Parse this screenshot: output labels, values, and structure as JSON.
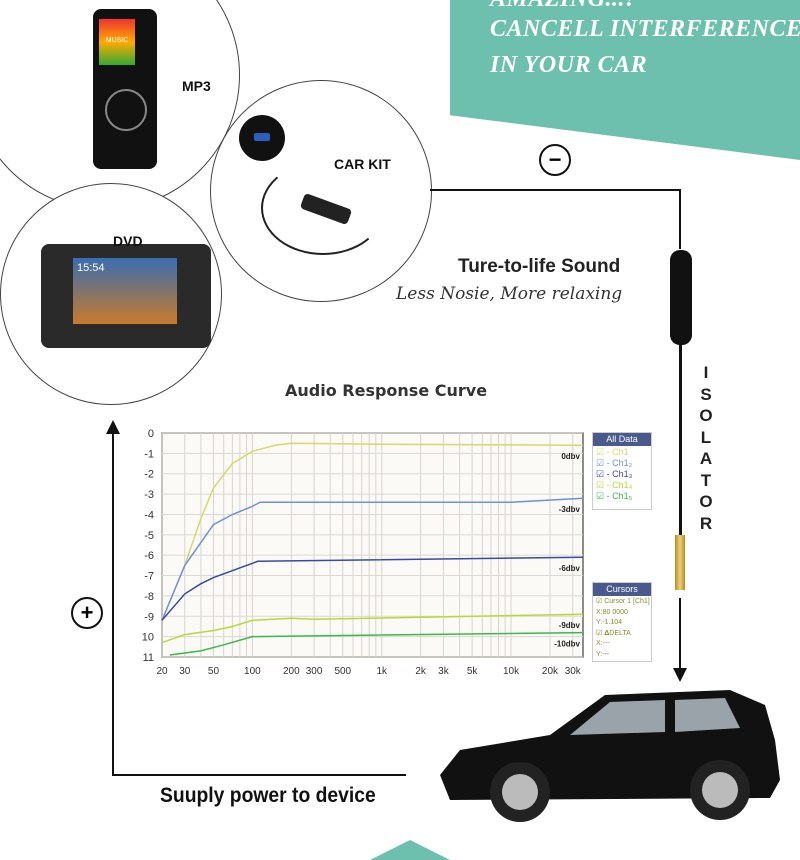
{
  "banner": {
    "line0": "AMAZING...!",
    "line1": "CANCELL INTERFERENCE",
    "line2": "IN YOUR CAR"
  },
  "devices": {
    "mp3": "MP3",
    "car_kit": "CAR KIT",
    "dvd": "DVD",
    "mp3_screen": "MUSIC",
    "dvd_clock": "15:54"
  },
  "tagline": {
    "title": "Ture-to-life Sound",
    "subtitle": "Less Nosie, More relaxing"
  },
  "isolator_label": [
    "I",
    "S",
    "O",
    "L",
    "A",
    "T",
    "O",
    "R"
  ],
  "signs": {
    "minus": "−",
    "plus": "+"
  },
  "supply_label": "Suuply power to device",
  "colors": {
    "teal": "#6dbfae",
    "ch1": "#d6d96a",
    "ch2": "#6f8fd6",
    "ch3": "#3a48a8",
    "ch4": "#b8d83a",
    "ch5": "#3db84a",
    "panel_header": "#4a5a8c"
  },
  "legend": {
    "header": "All Data",
    "items": [
      "- Ch1",
      "- Ch1₂",
      "- Ch1₃",
      "- Ch1₄",
      "- Ch1₅"
    ]
  },
  "cursors": {
    "header": "Cursors",
    "lines": [
      "Cursor 1 [Ch1]",
      "X:80 0000",
      "Y:-1.104",
      "DELTA",
      "X:---",
      "Y:---"
    ]
  },
  "chart_data": {
    "type": "line",
    "title": "Audio Response Curve",
    "xscale": "log",
    "xlim": [
      20,
      36000
    ],
    "ylim": [
      -11,
      0
    ],
    "grid": true,
    "x_ticks": [
      {
        "v": 20,
        "l": "20"
      },
      {
        "v": 30,
        "l": "30"
      },
      {
        "v": 50,
        "l": "50"
      },
      {
        "v": 100,
        "l": "100"
      },
      {
        "v": 200,
        "l": "200"
      },
      {
        "v": 300,
        "l": "300"
      },
      {
        "v": 500,
        "l": "500"
      },
      {
        "v": 1000,
        "l": "1k"
      },
      {
        "v": 2000,
        "l": "2k"
      },
      {
        "v": 3000,
        "l": "3k"
      },
      {
        "v": 5000,
        "l": "5k"
      },
      {
        "v": 10000,
        "l": "10k"
      },
      {
        "v": 20000,
        "l": "20k"
      },
      {
        "v": 30000,
        "l": "30k"
      }
    ],
    "y_ticks": [
      {
        "v": 0,
        "l": "0"
      },
      {
        "v": -1,
        "l": "-1"
      },
      {
        "v": -2,
        "l": "-2"
      },
      {
        "v": -3,
        "l": "-3"
      },
      {
        "v": -4,
        "l": "-4"
      },
      {
        "v": -5,
        "l": "-5"
      },
      {
        "v": -6,
        "l": "-6"
      },
      {
        "v": -7,
        "l": "-7"
      },
      {
        "v": -8,
        "l": "-8"
      },
      {
        "v": -9,
        "l": "-9"
      },
      {
        "v": -10,
        "l": "10"
      },
      {
        "v": -11,
        "l": "11"
      }
    ],
    "series": [
      {
        "name": "Ch1",
        "label": "0dbv",
        "color": "#d6d96a",
        "x": [
          30,
          40,
          50,
          70,
          100,
          150,
          200,
          1000,
          36000
        ],
        "y": [
          -6.5,
          -4.2,
          -2.7,
          -1.5,
          -0.9,
          -0.6,
          -0.5,
          -0.55,
          -0.6
        ]
      },
      {
        "name": "Ch1₂",
        "label": "-3dbv",
        "color": "#6f8fd6",
        "x": [
          20,
          30,
          50,
          70,
          100,
          115,
          10000,
          36000
        ],
        "y": [
          -9.2,
          -6.5,
          -4.5,
          -4.0,
          -3.6,
          -3.4,
          -3.4,
          -3.2
        ]
      },
      {
        "name": "Ch1₃",
        "label": "-6dbv",
        "color": "#3a48a8",
        "x": [
          20,
          30,
          40,
          50,
          100,
          110,
          36000
        ],
        "y": [
          -9.2,
          -7.9,
          -7.4,
          -7.1,
          -6.4,
          -6.3,
          -6.1
        ]
      },
      {
        "name": "Ch1₄",
        "label": "-9dbv",
        "color": "#b8d83a",
        "x": [
          20,
          30,
          50,
          70,
          100,
          200,
          300,
          36000
        ],
        "y": [
          -10.3,
          -9.9,
          -9.7,
          -9.5,
          -9.2,
          -9.1,
          -9.15,
          -8.9
        ]
      },
      {
        "name": "Ch1₅",
        "label": "-10dbv",
        "color": "#3db84a",
        "x": [
          23,
          40,
          60,
          100,
          36000
        ],
        "y": [
          -10.9,
          -10.7,
          -10.4,
          -10.0,
          -9.8
        ]
      }
    ]
  }
}
